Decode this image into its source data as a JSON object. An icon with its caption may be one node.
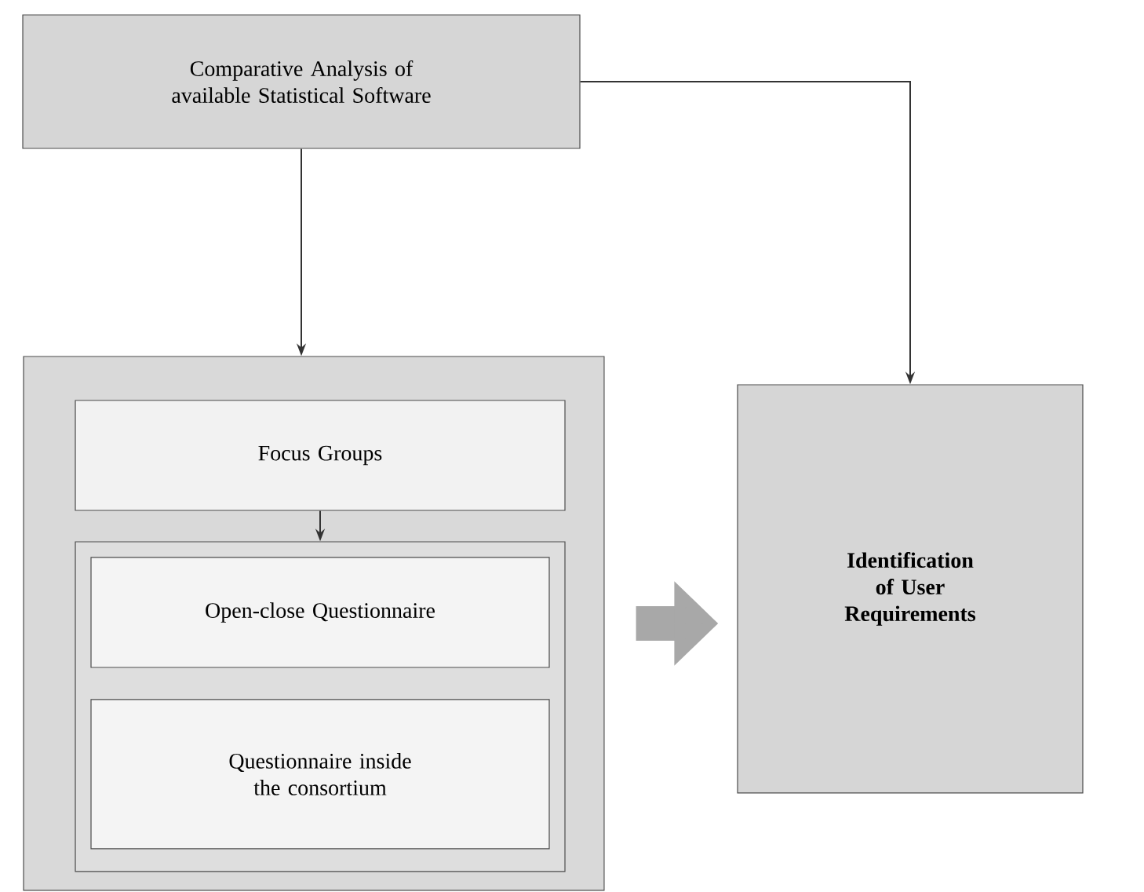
{
  "diagram": {
    "nodes": [
      {
        "text": [
          "Comparative Analysis of available Statistical Software"
        ]
      },
      {
        "text": [],
        "shape": "box"
      },
      {
        "text": [
          "Focus Groups"
        ],
        "in": 1
      },
      {
        "text": [],
        "shape": "box",
        "in": 1
      },
      {
        "text": [
          "Open-close Questionnaire"
        ],
        "in": 3
      },
      {
        "text": [
          "Questionnaire inside the consortium"
        ],
        "in": 3
      },
      {
        "text": [
          "Identification of User Requirements"
        ]
      }
    ],
    "edges": [
      {
        "from": 0,
        "to": 1,
        "arrow": "to"
      },
      {
        "from": 0,
        "to": 6,
        "arrow": "to"
      },
      {
        "from": 2,
        "to": 3,
        "arrow": "to"
      },
      {
        "from": 1,
        "to": 6,
        "arrow": "to",
        "style": "thick",
        "color": "#a8a8a8"
      }
    ]
  }
}
